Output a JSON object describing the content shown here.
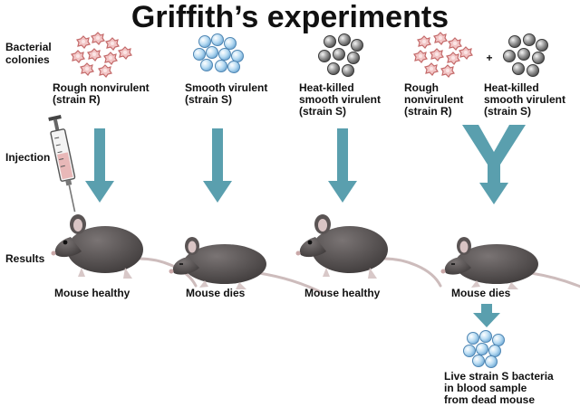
{
  "title": "Griffith’s experiments",
  "row_labels": {
    "bacterial_colonies": [
      "Bacterial",
      "colonies"
    ],
    "injection": "Injection",
    "results": "Results"
  },
  "experiments": [
    {
      "strain": [
        "Rough nonvirulent",
        "(strain R)"
      ],
      "result": "Mouse healthy"
    },
    {
      "strain": [
        "Smooth virulent",
        "(strain S)"
      ],
      "result": "Mouse dies"
    },
    {
      "strain": [
        "Heat-killed",
        "smooth virulent",
        "(strain S)"
      ],
      "result": "Mouse healthy"
    },
    {
      "strain_a": [
        "Rough",
        "nonvirulent",
        "(strain R)"
      ],
      "plus": "+",
      "strain_b": [
        "Heat-killed",
        "smooth virulent",
        "(strain S)"
      ],
      "result": "Mouse dies"
    }
  ],
  "final": {
    "label": [
      "Live strain S bacteria",
      "in blood sample",
      "from dead mouse"
    ]
  },
  "colors": {
    "arrow": "#5a9fae",
    "rough_colony": "#e8a8a8",
    "smooth_colony": "#9cc8e8",
    "heatkilled_colony": "#8a8a8a",
    "mouse": "#5e5a5a",
    "mouse_light": "#d8c8c8",
    "tail": "#c8b8b8"
  },
  "icons": [
    "syringe-icon",
    "mouse-icon",
    "rough-colony-icon",
    "smooth-colony-icon",
    "heat-killed-colony-icon",
    "down-arrow-icon",
    "merge-arrow-icon"
  ]
}
